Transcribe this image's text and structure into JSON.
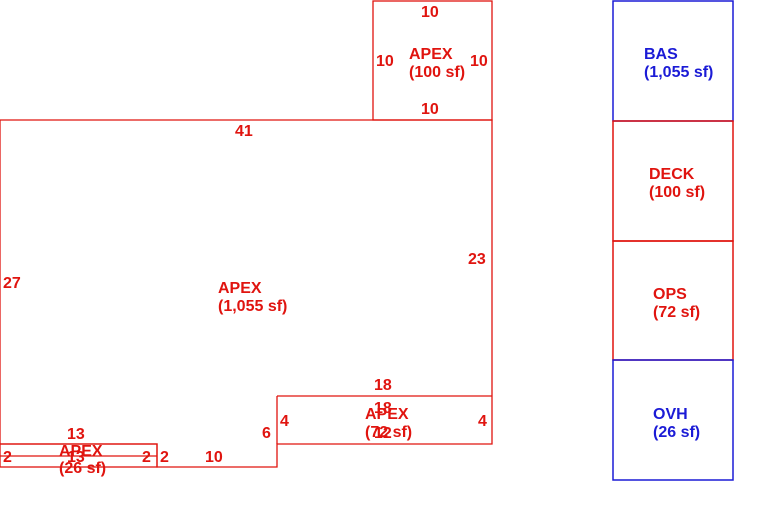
{
  "colors": {
    "red": "#e0140f",
    "blue": "#1b1bd6"
  },
  "areas": {
    "apex_top": {
      "name": "APEX",
      "area": "(100 sf)"
    },
    "apex_main": {
      "name": "APEX",
      "area": "(1,055 sf)"
    },
    "apex_right": {
      "name": "APEX",
      "area": "(72 sf)"
    },
    "apex_left": {
      "name": "APEX",
      "area": "(26 sf)"
    }
  },
  "dimensions": {
    "top_box_top": "10",
    "top_box_left": "10",
    "top_box_right": "10",
    "top_box_bottom": "10",
    "main_top": "41",
    "main_right": "23",
    "main_left": "27",
    "step_18_a": "18",
    "step_18_b": "18",
    "step_4_left": "4",
    "step_4_right": "4",
    "step_12": "12",
    "step_6": "6",
    "bottom_10": "10",
    "bottom_2_left": "2",
    "bottom_2_mid": "2",
    "bottom_2_right": "2",
    "bottom_13": "13",
    "bottom_13_under": "13"
  },
  "legend": [
    {
      "code": "BAS",
      "area": "(1,055 sf)",
      "color": "#1b1bd6"
    },
    {
      "code": "DECK",
      "area": "(100 sf)",
      "color": "#e0140f"
    },
    {
      "code": "OPS",
      "area": "(72 sf)",
      "color": "#e0140f"
    },
    {
      "code": "OVH",
      "area": "(26 sf)",
      "color": "#1b1bd6"
    }
  ]
}
